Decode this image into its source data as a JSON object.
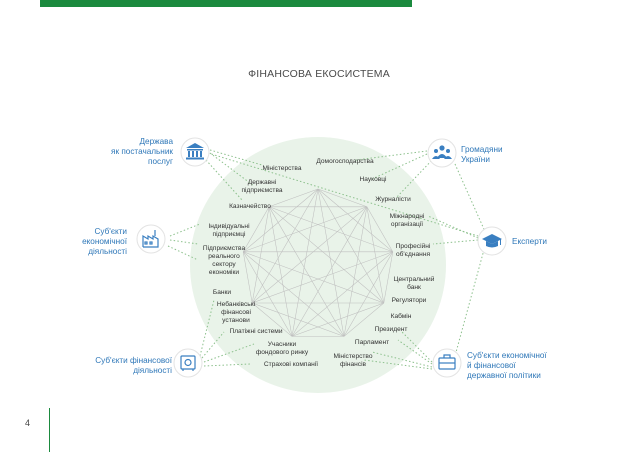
{
  "title": "ФІНАНСОВА ЕКОСИСТЕМА",
  "page_number": "4",
  "colors": {
    "accent_green": "#1b8a3e",
    "label_blue": "#2e77b8",
    "icon_blue": "#3a7fc1",
    "circle_fill": "#e9f3e9",
    "dotted_green": "#8cc08c",
    "web_gray": "#bfbfbf"
  },
  "inner_labels": {
    "domohospodarstva": "Домогосподарства",
    "ministerstva": "Міністерства",
    "naukovtsi": "Науковці",
    "derzhavni": [
      "Державні",
      "підприємства"
    ],
    "zhurnalisty": "Журналісти",
    "kaznacheistvo": "Казначейство",
    "mizhnarodni": [
      "Міжнародні",
      "організації"
    ],
    "individualni": [
      "Індивідуальні",
      "підприємці"
    ],
    "profesiini": [
      "Професійні",
      "об'єднання"
    ],
    "real_sector": [
      "Підприємства",
      "реального",
      "сектору",
      "економіки"
    ],
    "tsentralnyi": [
      "Центральний",
      "банк"
    ],
    "banky": "Банки",
    "rehuliatory": "Регулятори",
    "nebankivski": [
      "Небанківські",
      "фінансові",
      "установи"
    ],
    "kabmin": "Кабмін",
    "platizhni": "Платіжні системи",
    "prezydent": "Президент",
    "uchasnyky": [
      "Учасники",
      "фондового ринку"
    ],
    "parlament": "Парламент",
    "minfin": [
      "Міністерство",
      "фінансів"
    ],
    "strakhovi": "Страхові компанії"
  },
  "outer_groups": {
    "derzhava": [
      "Держава",
      "як постачальник",
      "послуг"
    ],
    "subiekty_ekon": [
      "Суб'єкти",
      "економічної",
      "діяльності"
    ],
    "subiekty_fin": [
      "Суб'єкти фінансової",
      "діяльності"
    ],
    "hromadiany": [
      "Громадяни",
      "України"
    ],
    "eksperty": "Експерти",
    "subiekty_polityky": [
      "Суб'єкти економічної",
      "й фінансової",
      "державної політики"
    ]
  },
  "icons": {
    "derzhava": "government-building-icon",
    "subiekty_ekon": "factory-icon",
    "subiekty_fin": "safe-icon",
    "hromadiany": "people-group-icon",
    "eksperty": "graduation-cap-icon",
    "subiekty_polityky": "briefcase-icon"
  }
}
